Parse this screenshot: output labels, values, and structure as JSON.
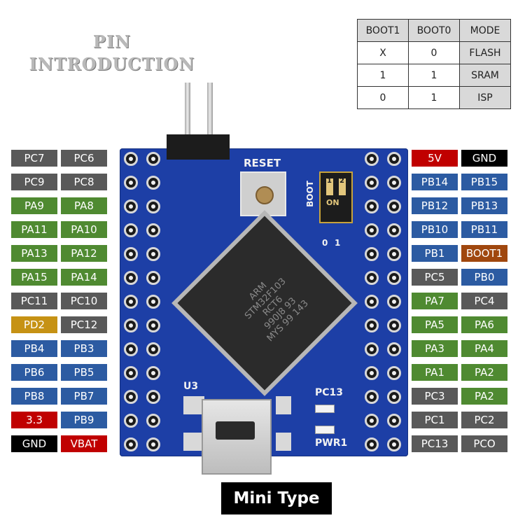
{
  "title": {
    "line1": "PIN",
    "line2": "INTRODUCTION"
  },
  "boot_table": {
    "headers": [
      "BOOT1",
      "BOOT0",
      "MODE"
    ],
    "rows": [
      [
        "X",
        "0",
        "FLASH"
      ],
      [
        "1",
        "1",
        "SRAM"
      ],
      [
        "0",
        "1",
        "ISP"
      ]
    ]
  },
  "left_pins": [
    [
      "PC7",
      "PC6"
    ],
    [
      "PC9",
      "PC8"
    ],
    [
      "PA9",
      "PA8"
    ],
    [
      "PA11",
      "PA10"
    ],
    [
      "PA13",
      "PA12"
    ],
    [
      "PA15",
      "PA14"
    ],
    [
      "PC11",
      "PC10"
    ],
    [
      "PD2",
      "PC12"
    ],
    [
      "PB4",
      "PB3"
    ],
    [
      "PB6",
      "PB5"
    ],
    [
      "PB8",
      "PB7"
    ],
    [
      "3.3",
      "PB9"
    ],
    [
      "GND",
      "VBAT"
    ]
  ],
  "right_pins": [
    [
      "5V",
      "GND"
    ],
    [
      "PB14",
      "PB15"
    ],
    [
      "PB12",
      "PB13"
    ],
    [
      "PB10",
      "PB11"
    ],
    [
      "PB1",
      "BOOT1"
    ],
    [
      "PC5",
      "PB0"
    ],
    [
      "PA7",
      "PC4"
    ],
    [
      "PA5",
      "PA6"
    ],
    [
      "PA3",
      "PA4"
    ],
    [
      "PA1",
      "PA2"
    ],
    [
      "PC3",
      "PA2"
    ],
    [
      "PC1",
      "PC2"
    ],
    [
      "PC13",
      "PCO"
    ]
  ],
  "board_labels": {
    "reset": "RESET",
    "boot": "BOOT",
    "dip_on": "ON",
    "dip_1": "1",
    "dip_2": "2",
    "zero": "0",
    "one": "1",
    "u3": "U3",
    "pc13": "PC13",
    "pwr1": "PWR1",
    "chip_lines": [
      "ARM",
      "STM32F103",
      "RCT6",
      "990J8 93",
      "MYS 99 143"
    ]
  },
  "footer": "Mini Type",
  "colors": {
    "grey": "#595959",
    "green": "#4f8a31",
    "blue": "#2c5ba2",
    "red": "#c00000",
    "black": "#000000",
    "yellow": "#c69214",
    "brown": "#a0470e",
    "board": "#1d3fa6"
  },
  "pin_colors_left": [
    [
      "grey",
      "grey"
    ],
    [
      "grey",
      "grey"
    ],
    [
      "green",
      "green"
    ],
    [
      "green",
      "green"
    ],
    [
      "green",
      "green"
    ],
    [
      "green",
      "green"
    ],
    [
      "grey",
      "grey"
    ],
    [
      "yellow",
      "grey"
    ],
    [
      "blue",
      "blue"
    ],
    [
      "blue",
      "blue"
    ],
    [
      "blue",
      "blue"
    ],
    [
      "red",
      "blue"
    ],
    [
      "black",
      "red"
    ]
  ],
  "pin_colors_right": [
    [
      "red",
      "black"
    ],
    [
      "blue",
      "blue"
    ],
    [
      "blue",
      "blue"
    ],
    [
      "blue",
      "blue"
    ],
    [
      "blue",
      "brown"
    ],
    [
      "grey",
      "blue"
    ],
    [
      "green",
      "grey"
    ],
    [
      "green",
      "green"
    ],
    [
      "green",
      "green"
    ],
    [
      "green",
      "green"
    ],
    [
      "grey",
      "green"
    ],
    [
      "grey",
      "grey"
    ],
    [
      "grey",
      "grey"
    ]
  ]
}
